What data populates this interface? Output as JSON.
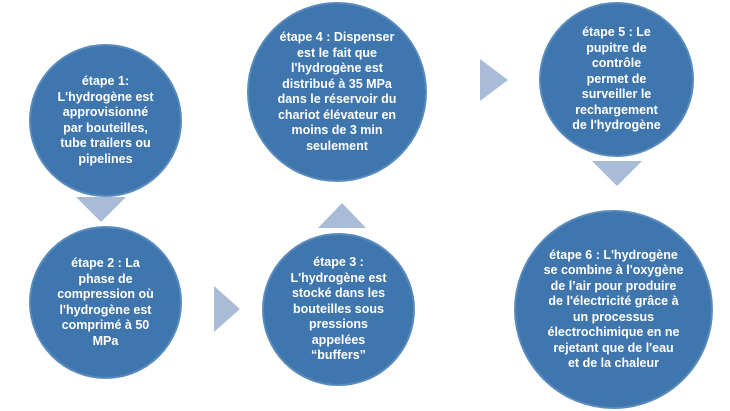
{
  "colors": {
    "circle": "#3f76ad",
    "circle_edge": "#5a8bbd",
    "arrow": "#a9bcd7",
    "text": "#ffffff"
  },
  "steps": [
    {
      "text": "étape 1:\nL'hydrogène est\napprovisionné\npar bouteilles,\ntube trailers ou\npipelines"
    },
    {
      "text": "étape 2 : La\nphase de\ncompression où\nl'hydrogène est\ncomprimé à 50\nMPa"
    },
    {
      "text": "étape 3 :\nL'hydrogène est\nstocké dans les\nbouteilles sous\npressions\nappelées\n“buffers”"
    },
    {
      "text": "étape 4 : Dispenser\nest le fait que\nl'hydrogène est\ndistribué à 35 MPa\ndans le réservoir du\nchariot élévateur en\nmoins de 3 min\nseulement"
    },
    {
      "text": "étape 5 : Le\npupitre de\ncontrôle\npermet de\nsurveiller le\nrechargement\nde l'hydrogène"
    },
    {
      "text": "étape 6 : L'hydrogène\nse combine à l'oxygène\nde l’air pour produire\nde l'électricité grâce à\nun processus\nélectrochimique en ne\nrejetant que de l'eau\net de la chaleur"
    }
  ],
  "arrows": [
    {
      "direction": "down"
    },
    {
      "direction": "right"
    },
    {
      "direction": "up"
    },
    {
      "direction": "right"
    },
    {
      "direction": "down"
    }
  ]
}
